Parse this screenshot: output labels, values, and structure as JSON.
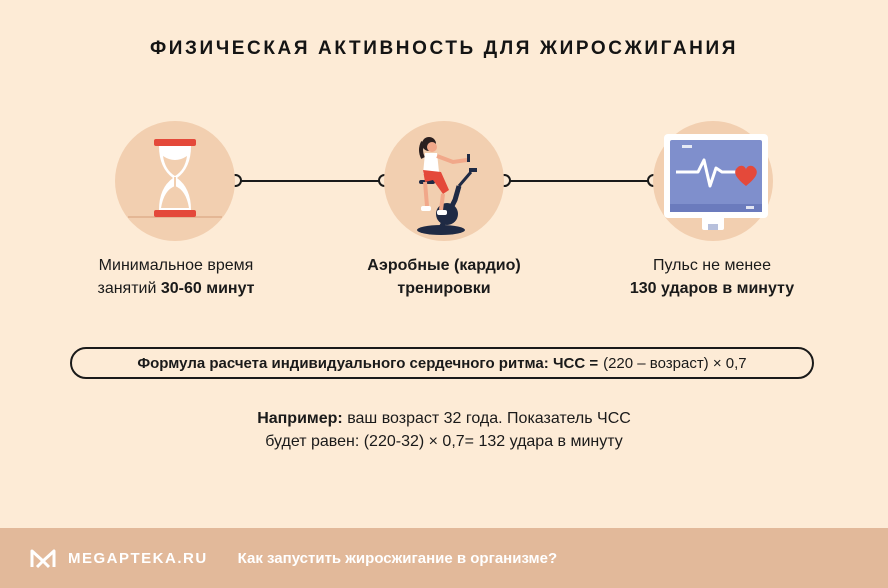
{
  "header": {
    "title": "ФИЗИЧЕСКАЯ АКТИВНОСТЬ ДЛЯ ЖИРОСЖИГАНИЯ"
  },
  "steps": [
    {
      "icon": "hourglass-icon",
      "line1": "Минимальное время",
      "line2_prefix": "занятий ",
      "line2_bold": "30-60 минут"
    },
    {
      "icon": "cyclist-icon",
      "line1_bold": "Аэробные (кардио)",
      "line2_bold": "тренировки"
    },
    {
      "icon": "heart-monitor-icon",
      "line1": "Пульс не менее",
      "line2_bold": "130 ударов в минуту"
    }
  ],
  "formula": {
    "label": "Формула расчета индивидуального сердечного ритма: ЧСС =",
    "value": "(220 – возраст) × 0,7"
  },
  "example": {
    "label": "Например:",
    "line1_rest": " ваш возраст 32 года. Показатель ЧСС",
    "line2": "будет равен: (220-32) × 0,7= 132 удара в минуту"
  },
  "footer": {
    "brand": "MEGAPTEKA.RU",
    "link": "Как запустить жиросжигание в организме?"
  },
  "colors": {
    "background": "#fdebd6",
    "circle": "#f2cfb0",
    "accent_red": "#e4493a",
    "footer": "#e2b99a"
  }
}
